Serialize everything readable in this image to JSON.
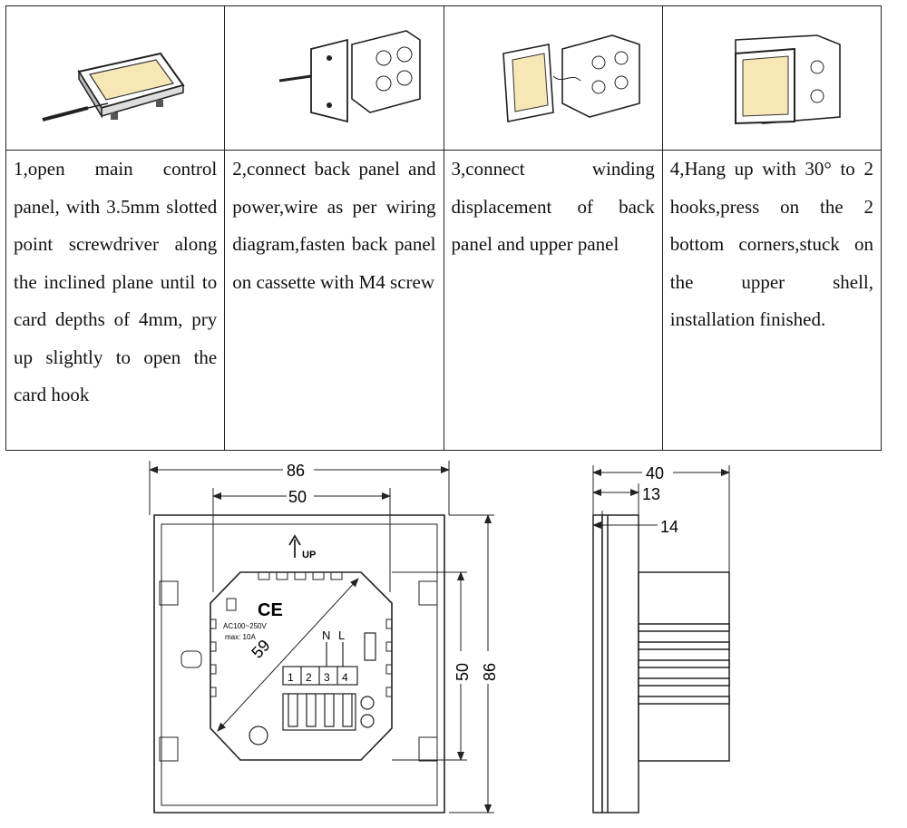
{
  "steps": [
    {
      "text": "1,open main control panel, with 3.5mm slotted point screwdriver along the inclined plane until to card depths of 4mm, pry up slightly to open the card hook"
    },
    {
      "text": "2,connect back panel and power,wire as per wiring diagram,fasten back panel on cassette with M4 screw"
    },
    {
      "text": "3,connect winding displacement of back panel and upper panel"
    },
    {
      "text": "4,Hang up with 30° to 2 hooks,press on the 2 bottom corners,stuck on the upper shell, installation finished."
    }
  ],
  "back_view": {
    "width_label": "86",
    "inner_width_label": "50",
    "height_label": "86",
    "inner_height_label": "50",
    "diagonal_label": "59",
    "up_label": "UP",
    "ce_mark": "CE",
    "rating_line1": "AC100~250V",
    "rating_line2": "max: 10A",
    "terminal_N": "N",
    "terminal_L": "L",
    "terminal_nums": [
      "1",
      "2",
      "3",
      "4"
    ]
  },
  "side_view": {
    "depth_label": "40",
    "front_label": "13",
    "plate_label": "14"
  }
}
